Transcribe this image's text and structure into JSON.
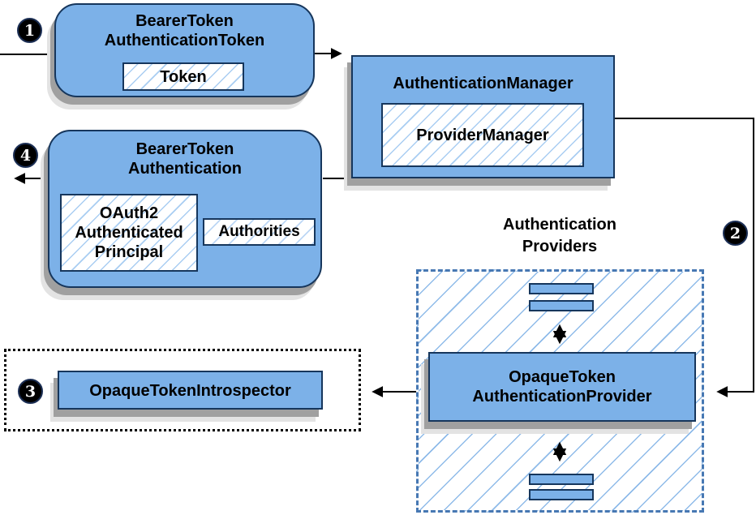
{
  "colors": {
    "node-fill": "#7cb1e8",
    "node-border": "#16365c",
    "hatch-line": "#a9cdf2",
    "hatch-line-light": "#bdd7f5",
    "dashed-border": "#4778b3",
    "arrow": "#000000",
    "shadow-dark": "#a0a0a0",
    "shadow-light": "#e3e3e3",
    "badge-bg": "#000000",
    "badge-text": "#ffffff",
    "text": "#000000"
  },
  "badges": {
    "step1": "1",
    "step2": "2",
    "step3": "3",
    "step4": "4"
  },
  "nodes": {
    "bearer_token_authentication_token": {
      "title_line1": "BearerToken",
      "title_line2": "AuthenticationToken",
      "token_label": "Token"
    },
    "authentication_manager": {
      "title": "AuthenticationManager",
      "provider_manager_label": "ProviderManager"
    },
    "bearer_token_authentication": {
      "title_line1": "BearerToken",
      "title_line2": "Authentication",
      "principal_line1": "OAuth2",
      "principal_line2": "Authenticated",
      "principal_line3": "Principal",
      "authorities_label": "Authorities"
    },
    "authentication_providers": {
      "label_line1": "Authentication",
      "label_line2": "Providers"
    },
    "opaque_token_authentication_provider": {
      "title_line1": "OpaqueToken",
      "title_line2": "AuthenticationProvider"
    },
    "opaque_token_introspector": {
      "label": "OpaqueTokenIntrospector"
    }
  }
}
